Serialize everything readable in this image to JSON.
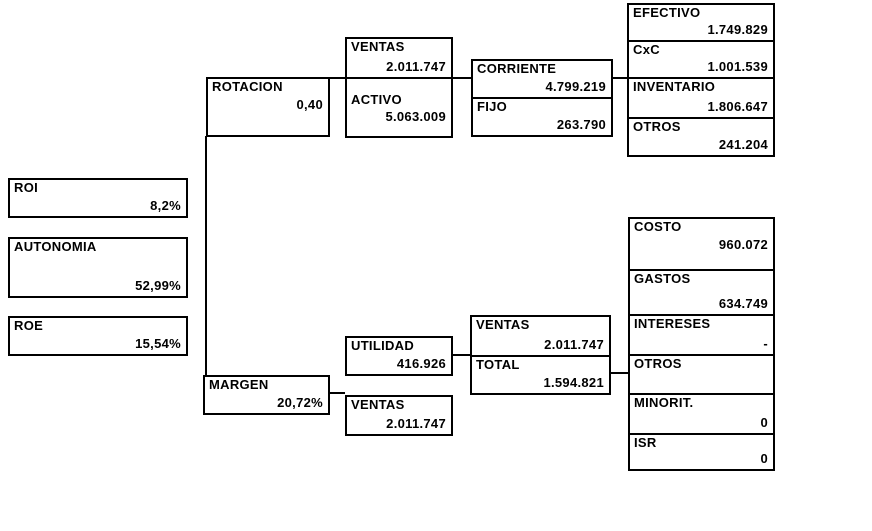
{
  "diagram": {
    "description": "DuPont financial ratio tree",
    "colors": {
      "background": "#ffffff",
      "border": "#000000",
      "text": "#000000"
    }
  },
  "nodes": {
    "roi": {
      "label": "ROI",
      "value": "8,2%"
    },
    "autonomia": {
      "label": "AUTONOMIA",
      "value": "52,99%"
    },
    "roe": {
      "label": "ROE",
      "value": "15,54%"
    },
    "rotacion": {
      "label": "ROTACION",
      "value": "0,40"
    },
    "margen": {
      "label": "MARGEN",
      "value": "20,72%"
    },
    "ventas_top": {
      "label": "VENTAS",
      "value": "2.011.747"
    },
    "activo": {
      "label": "ACTIVO",
      "value": "5.063.009"
    },
    "corriente": {
      "label": "CORRIENTE",
      "value": "4.799.219"
    },
    "fijo": {
      "label": "FIJO",
      "value": "263.790"
    },
    "efectivo": {
      "label": "EFECTIVO",
      "value": "1.749.829"
    },
    "cxc": {
      "label": "CxC",
      "value": "1.001.539"
    },
    "inventario": {
      "label": "INVENTARIO",
      "value": "1.806.647"
    },
    "otros_activos": {
      "label": "OTROS",
      "value": "241.204"
    },
    "utilidad": {
      "label": "UTILIDAD",
      "value": "416.926"
    },
    "ventas_margen": {
      "label": "VENTAS",
      "value": "2.011.747"
    },
    "ventas_estado": {
      "label": "VENTAS",
      "value": "2.011.747"
    },
    "total": {
      "label": "TOTAL",
      "value": "1.594.821"
    },
    "costo": {
      "label": "COSTO",
      "value": "960.072"
    },
    "gastos": {
      "label": "GASTOS",
      "value": "634.749"
    },
    "intereses": {
      "label": "INTERESES",
      "value": "-"
    },
    "otros_gastos": {
      "label": "OTROS",
      "value": ""
    },
    "minorit": {
      "label": "MINORIT.",
      "value": "0"
    },
    "isr": {
      "label": "ISR",
      "value": "0"
    }
  }
}
